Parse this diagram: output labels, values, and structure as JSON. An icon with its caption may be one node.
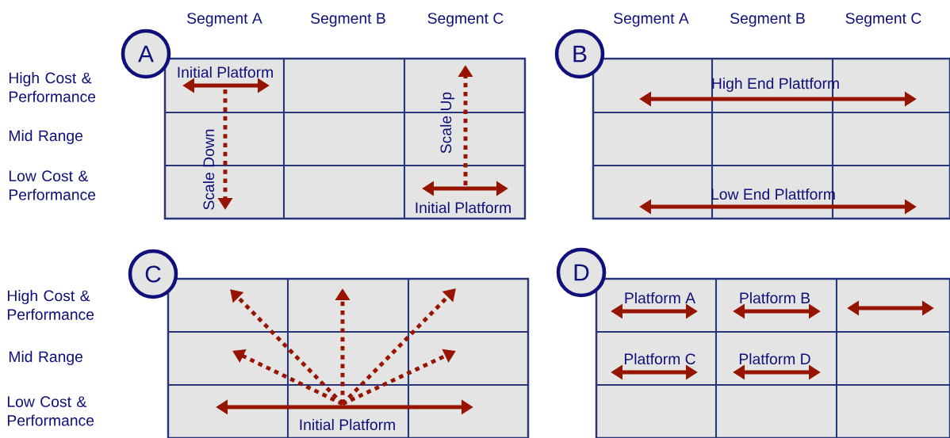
{
  "diagram": {
    "nodes": [
      {
        "text": [
          "A"
        ]
      },
      {
        "text": [
          "B"
        ]
      },
      {
        "text": [
          "C"
        ]
      },
      {
        "text": [
          "D"
        ]
      }
    ],
    "labels": [
      "Segment A",
      "Segment B",
      "Segment C",
      "Segment A",
      "Segment B",
      "Segment C",
      "High Cost & Performance",
      "Mid Range",
      "Low Cost & Performance",
      "Initial Platform",
      "Scale Down",
      "Scale Up",
      "Initial Platform",
      "High End Plattform",
      "Low End Plattform",
      "High Cost & Performance",
      "Mid Range",
      "Low Cost & Performance",
      "Initial Platform",
      "Platform A",
      "Platform B",
      "Platform C",
      "Platform D"
    ]
  }
}
